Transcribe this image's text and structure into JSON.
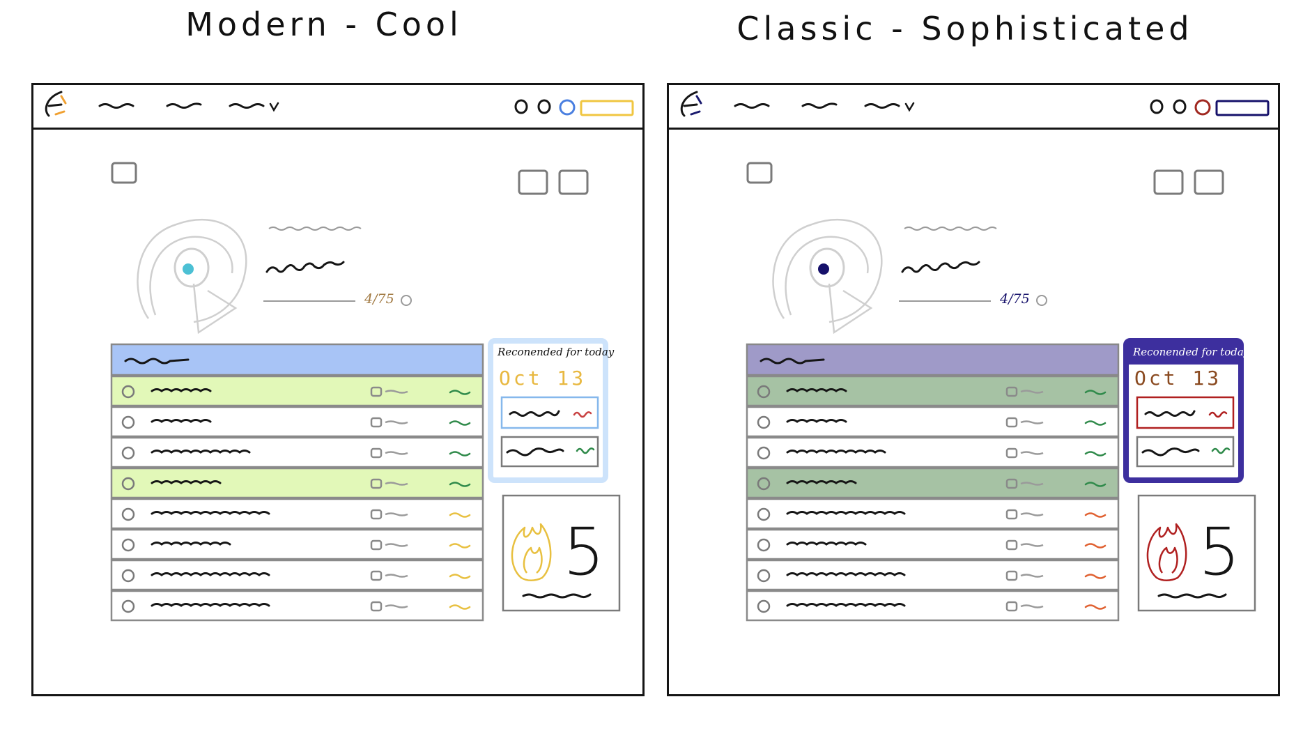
{
  "variants": [
    {
      "id": "modern",
      "title": "Modern - Cool",
      "colors": {
        "logo_accent": "#f0a030",
        "avatar_dot": "#4cc0d4",
        "nav_circle": "#4a7fe0",
        "nav_button": "#f0c640",
        "progress_text": "#a07840",
        "table_header": "#a8c4f6",
        "row_highlight": "#e2f8b8",
        "rec_border": "#cde3fb",
        "rec_title": "#111111",
        "rec_date": "#e8b840",
        "rec_item_border": "#86b8ec",
        "rec_item_mark": "#c84040",
        "rec_item2_mark": "#2f8a4a",
        "streak_icon": "#e8c040",
        "mark_good": "#2f8a4a",
        "mark_warn": "#e8c040"
      },
      "progress": "4/75",
      "recommended": {
        "title": "Reconended for today",
        "date": "Oct 13"
      },
      "streak": {
        "count": "5"
      }
    },
    {
      "id": "classic",
      "title": "Classic - Sophisticated",
      "colors": {
        "logo_accent": "#1a1a6e",
        "avatar_dot": "#15106a",
        "nav_circle": "#a02820",
        "nav_button": "#15106a",
        "progress_text": "#15106a",
        "table_header": "#9f9ac8",
        "row_highlight": "#a6c2a4",
        "rec_border": "#3d2f9e",
        "rec_title": "#ffffff",
        "rec_date": "#8a4a20",
        "rec_item_border": "#b02020",
        "rec_item_mark": "#b02020",
        "rec_item2_mark": "#2f8a4a",
        "streak_icon": "#b02020",
        "mark_good": "#2f8a4a",
        "mark_warn": "#e06030"
      },
      "progress": "4/75",
      "recommended": {
        "title": "Reconended for today",
        "date": "Oct 13"
      },
      "streak": {
        "count": "5"
      }
    }
  ]
}
